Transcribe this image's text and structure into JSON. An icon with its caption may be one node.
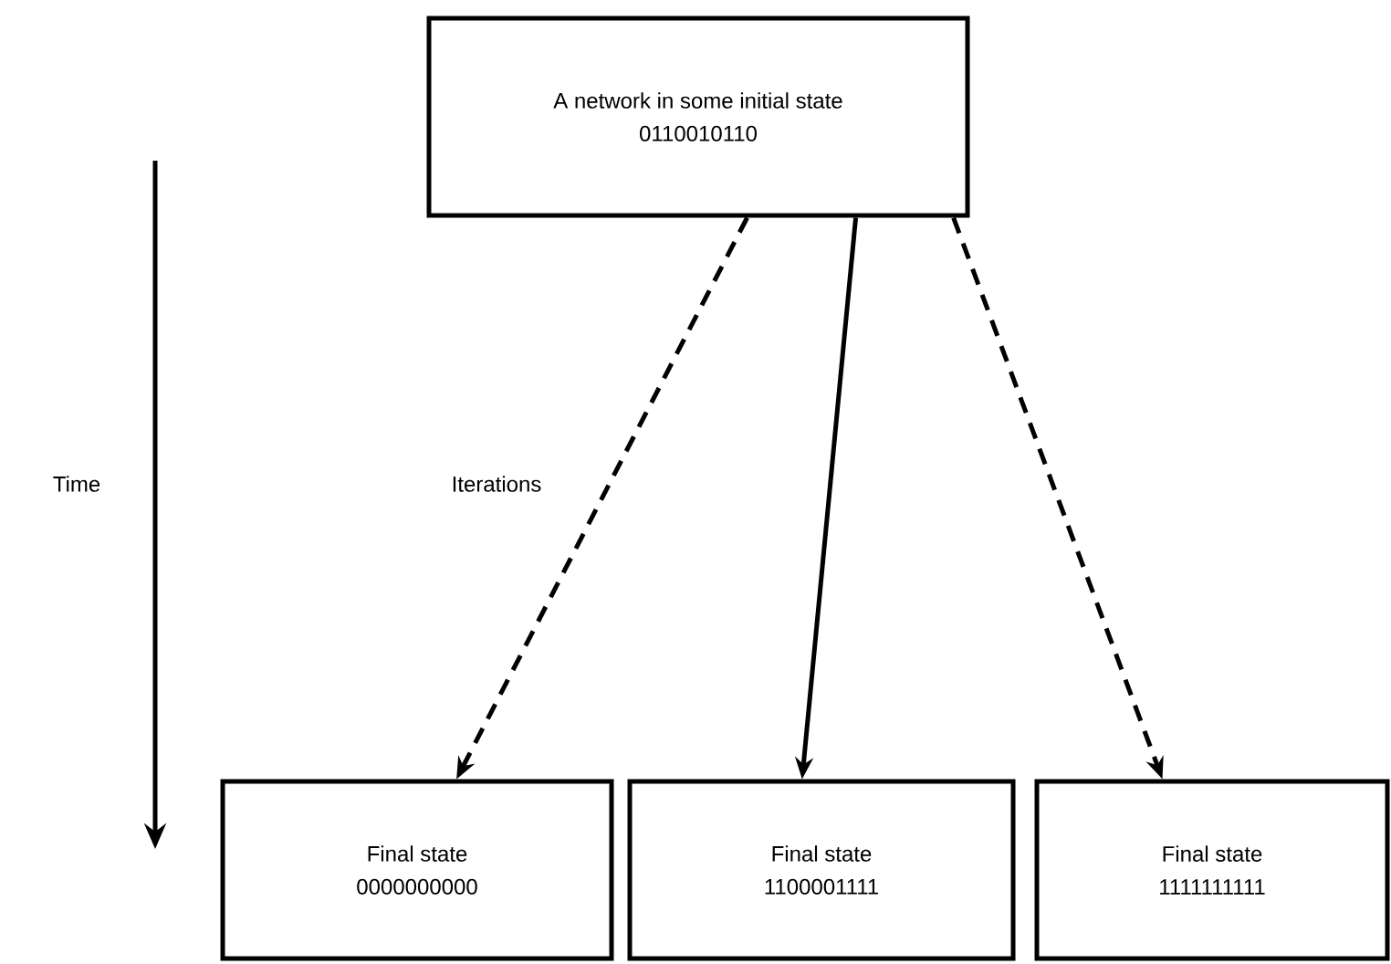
{
  "diagram": {
    "nodes": [
      {
        "text": [
          "A network in some initial state",
          "0110010110"
        ]
      },
      {
        "text": [
          "Final state",
          "0000000000"
        ]
      },
      {
        "text": [
          "Final state",
          "1100001111"
        ]
      },
      {
        "text": [
          "Final state",
          "1111111111"
        ]
      }
    ],
    "edges": [
      {
        "from": 0,
        "to": 1,
        "arrow": "to",
        "style": "dashed"
      },
      {
        "from": 0,
        "to": 2,
        "arrow": "to"
      },
      {
        "from": 0,
        "to": 3,
        "arrow": "to",
        "style": "dashed"
      }
    ],
    "labels": [
      "Time",
      "Iterations"
    ]
  }
}
